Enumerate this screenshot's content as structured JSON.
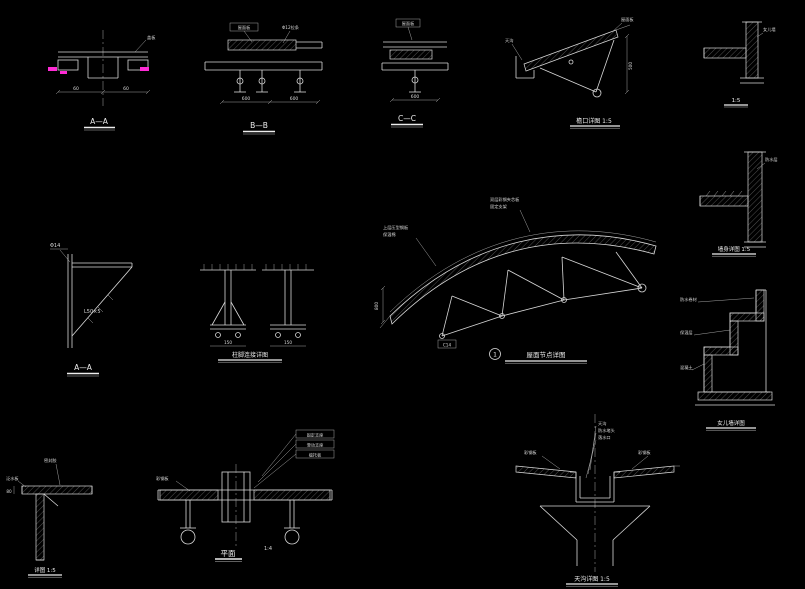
{
  "app": {
    "background": "#000000",
    "line_color": "#d9d9d9",
    "accent_magenta": "#ff2bd5"
  },
  "details": {
    "a_a_top": {
      "caption": "A—A",
      "note": "盖板",
      "dim_left": "60",
      "dim_right": "60"
    },
    "b_b": {
      "caption": "B—B",
      "note_1": "屋面板",
      "note_2": "Φ12拉条",
      "dim_1": "600",
      "dim_2": "600"
    },
    "c_c": {
      "caption": "C—C",
      "note_1": "屋面板",
      "dim_1": "600"
    },
    "eave": {
      "caption": "檐口详图 1:5",
      "note_left": "天沟",
      "note_right": "屋面板",
      "dim": "500"
    },
    "wall_top": {
      "caption": "1:5",
      "note": "女儿墙"
    },
    "bracket": {
      "caption": "A—A",
      "note_top": "Φ14",
      "note_brace": "L50×5"
    },
    "columns": {
      "caption": "柱脚连接详图",
      "dim_left": "150",
      "dim_right": "150"
    },
    "roof_curve": {
      "caption": "屋面节点详图",
      "bubble": "1",
      "note_l1": "上层压型钢板",
      "note_l2": "保温棉",
      "note_c1": "双层彩钢夹芯板",
      "note_c2": "固定支架",
      "member": "C14",
      "dim": "800"
    },
    "wall_mid": {
      "caption": "墙身详图 1:5",
      "note": "防水层"
    },
    "parapet": {
      "caption": "女儿墙详图",
      "note_1": "防水卷材",
      "note_2": "保温层",
      "note_3": "混凝土"
    },
    "corner": {
      "caption": "详图 1:5",
      "note_1": "泛水板",
      "note_2": "密封胶",
      "dim": "80"
    },
    "plan": {
      "caption": "平面",
      "scale": "1:4",
      "note_left": "彩钢板",
      "box_1": "固定支座",
      "box_2": "滑动支座",
      "box_3": "檩托板"
    },
    "gutter": {
      "caption": "天沟详图 1:5",
      "note_left": "彩钢板",
      "note_right": "彩钢板",
      "note_1": "天沟",
      "note_2": "防水堵头",
      "note_3": "落水口"
    }
  }
}
